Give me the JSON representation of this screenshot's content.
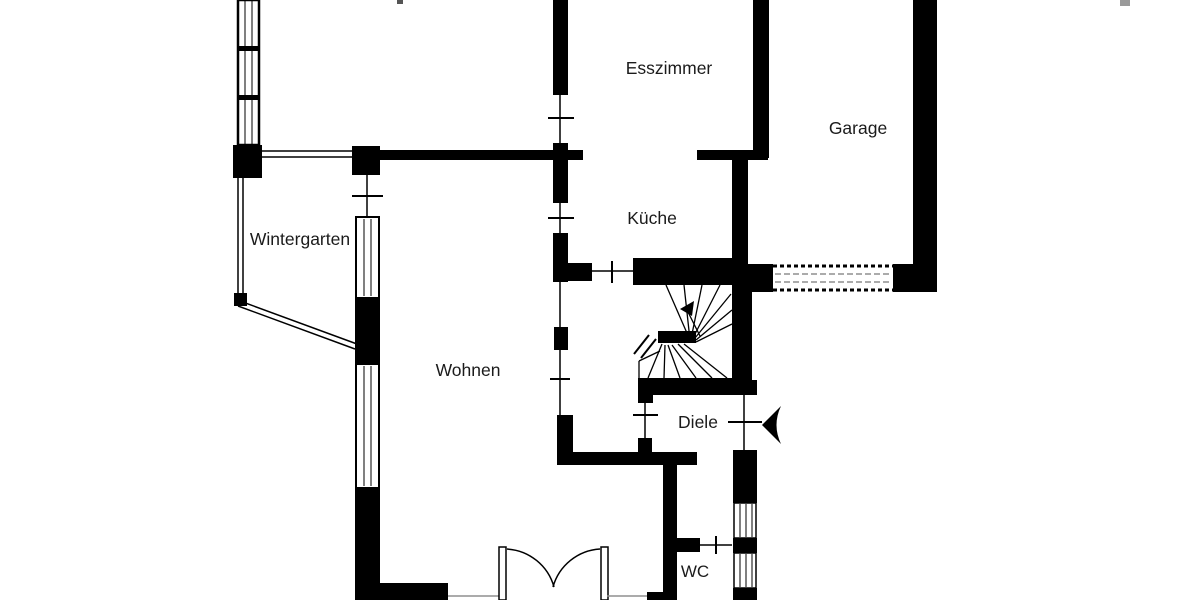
{
  "document": {
    "type": "floor-plan",
    "language": "de",
    "floor_shown": "ground-floor-cropped"
  },
  "rooms": [
    {
      "id": "esszimmer",
      "label": "Esszimmer"
    },
    {
      "id": "garage",
      "label": "Garage"
    },
    {
      "id": "kueche",
      "label": "Küche"
    },
    {
      "id": "wintergarten",
      "label": "Wintergarten"
    },
    {
      "id": "wohnen",
      "label": "Wohnen"
    },
    {
      "id": "diele",
      "label": "Diele"
    },
    {
      "id": "wc",
      "label": "WC"
    }
  ],
  "colors": {
    "wall": "#000000",
    "background": "#ffffff",
    "text": "#1b1b1b",
    "muted_line": "#8f8f8f"
  },
  "symbols": {
    "entrance_arrow": "solid-left-pointing-arrowhead",
    "stair_direction_arrow": "up-left-arrowhead-with-line",
    "garage_door": "dotted-edged-panel-with-gray-lines",
    "entrance_double_door": "double-leaf-swing-arcs",
    "windows": "double-line-and-mullioned-glazing",
    "door_openings": "thin-line-with-perpendicular-tick"
  }
}
